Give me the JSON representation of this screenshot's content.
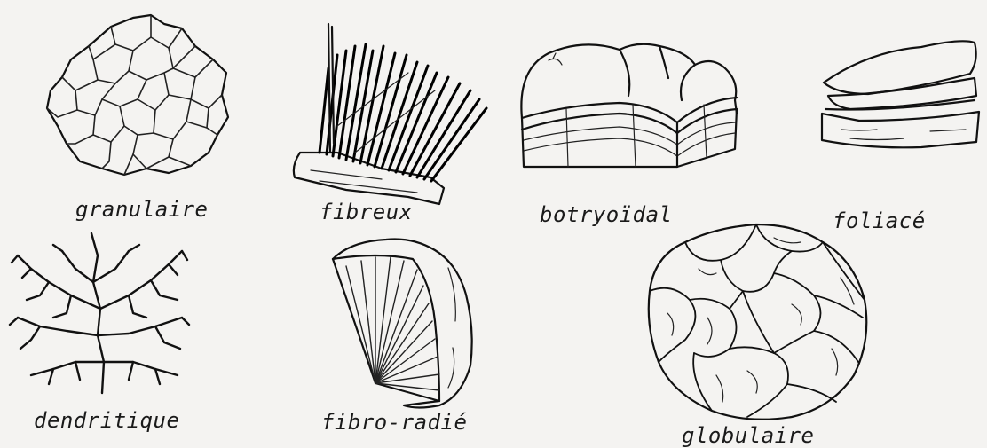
{
  "figures": [
    {
      "id": "granulaire",
      "label": "granulaire"
    },
    {
      "id": "fibreux",
      "label": "fibreux"
    },
    {
      "id": "botryoidal",
      "label": "botryoïdal"
    },
    {
      "id": "foliace",
      "label": "foliacé"
    },
    {
      "id": "dendritique",
      "label": "dendritique"
    },
    {
      "id": "fibro-radie",
      "label": "fibro-radié"
    },
    {
      "id": "globulaire",
      "label": "globulaire"
    }
  ]
}
